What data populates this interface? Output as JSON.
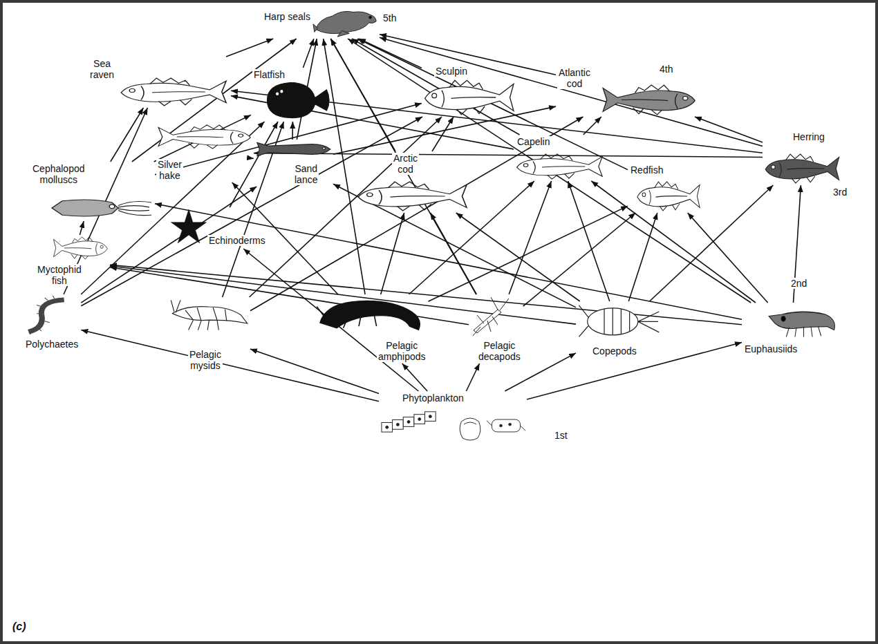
{
  "diagram": {
    "nodes": [
      {
        "text": [
          "Harp seals"
        ]
      },
      {
        "text": [
          "Sea raven"
        ]
      },
      {
        "text": [
          "Flatfish"
        ]
      },
      {
        "text": [
          "Sculpin"
        ]
      },
      {
        "text": [
          "Atlantic cod"
        ]
      },
      {
        "text": [
          "Cephalopod molluscs"
        ]
      },
      {
        "text": [
          "Silver hake"
        ]
      },
      {
        "text": [
          "Sand lance"
        ]
      },
      {
        "text": [
          "Capelin"
        ]
      },
      {
        "text": [
          "Arctic cod"
        ]
      },
      {
        "text": [
          "Herring"
        ]
      },
      {
        "text": [
          "Redfish"
        ]
      },
      {
        "text": [
          "Echinoderms"
        ]
      },
      {
        "text": [
          "Myctophid fish"
        ]
      },
      {
        "text": [
          "Polychaetes"
        ]
      },
      {
        "text": [
          "Pelagic mysids"
        ]
      },
      {
        "text": [
          "Pelagic amphipods"
        ]
      },
      {
        "text": [
          "Pelagic decapods"
        ]
      },
      {
        "text": [
          "Copepods"
        ]
      },
      {
        "text": [
          "Euphausiids"
        ]
      },
      {
        "text": [
          "Phytoplankton"
        ]
      }
    ],
    "edges": [
      {
        "from": 1,
        "to": 0,
        "arrow": "to"
      },
      {
        "from": 2,
        "to": 0,
        "arrow": "to"
      },
      {
        "from": 3,
        "to": 0,
        "arrow": "to"
      },
      {
        "from": 4,
        "to": 0,
        "arrow": "to"
      },
      {
        "from": 5,
        "to": 0,
        "arrow": "to"
      },
      {
        "from": 7,
        "to": 0,
        "arrow": "to"
      },
      {
        "from": 8,
        "to": 0,
        "arrow": "to"
      },
      {
        "from": 9,
        "to": 0,
        "arrow": "to"
      },
      {
        "from": 10,
        "to": 0,
        "arrow": "to"
      },
      {
        "from": 11,
        "to": 0,
        "arrow": "to"
      },
      {
        "from": 16,
        "to": 0,
        "arrow": "to"
      },
      {
        "from": 17,
        "to": 0,
        "arrow": "to"
      },
      {
        "from": 19,
        "to": 0,
        "arrow": "to"
      },
      {
        "from": 5,
        "to": 1,
        "arrow": "to"
      },
      {
        "from": 14,
        "to": 1,
        "arrow": "to"
      },
      {
        "from": 8,
        "to": 1,
        "arrow": "to"
      },
      {
        "from": 10,
        "to": 1,
        "arrow": "to"
      },
      {
        "from": 5,
        "to": 2,
        "arrow": "to"
      },
      {
        "from": 12,
        "to": 2,
        "arrow": "to"
      },
      {
        "from": 7,
        "to": 2,
        "arrow": "to"
      },
      {
        "from": 14,
        "to": 2,
        "arrow": "to"
      },
      {
        "from": 15,
        "to": 2,
        "arrow": "to"
      },
      {
        "from": 5,
        "to": 3,
        "arrow": "to"
      },
      {
        "from": 14,
        "to": 3,
        "arrow": "to"
      },
      {
        "from": 15,
        "to": 3,
        "arrow": "to"
      },
      {
        "from": 9,
        "to": 3,
        "arrow": "to"
      },
      {
        "from": 7,
        "to": 4,
        "arrow": "to"
      },
      {
        "from": 8,
        "to": 4,
        "arrow": "to"
      },
      {
        "from": 10,
        "to": 4,
        "arrow": "to"
      },
      {
        "from": 15,
        "to": 4,
        "arrow": "to"
      },
      {
        "from": 10,
        "to": 6,
        "arrow": "to"
      },
      {
        "from": 7,
        "to": 6,
        "arrow": "to"
      },
      {
        "from": 16,
        "to": 6,
        "arrow": "to"
      },
      {
        "from": 18,
        "to": 7,
        "arrow": "to"
      },
      {
        "from": 14,
        "to": 7,
        "arrow": "to"
      },
      {
        "from": 16,
        "to": 8,
        "arrow": "to"
      },
      {
        "from": 17,
        "to": 8,
        "arrow": "to"
      },
      {
        "from": 18,
        "to": 8,
        "arrow": "to"
      },
      {
        "from": 19,
        "to": 8,
        "arrow": "to"
      },
      {
        "from": 17,
        "to": 9,
        "arrow": "to"
      },
      {
        "from": 16,
        "to": 9,
        "arrow": "to"
      },
      {
        "from": 18,
        "to": 9,
        "arrow": "to"
      },
      {
        "from": 18,
        "to": 10,
        "arrow": "to"
      },
      {
        "from": 19,
        "to": 10,
        "arrow": "to"
      },
      {
        "from": 19,
        "to": 11,
        "arrow": "to"
      },
      {
        "from": 18,
        "to": 11,
        "arrow": "to"
      },
      {
        "from": 16,
        "to": 11,
        "arrow": "to"
      },
      {
        "from": 17,
        "to": 11,
        "arrow": "to"
      },
      {
        "from": 13,
        "to": 5,
        "arrow": "to"
      },
      {
        "from": 19,
        "to": 5,
        "arrow": "to"
      },
      {
        "from": 19,
        "to": 13,
        "arrow": "to"
      },
      {
        "from": 18,
        "to": 13,
        "arrow": "to"
      },
      {
        "from": 17,
        "to": 13,
        "arrow": "to"
      },
      {
        "from": 20,
        "to": 12,
        "arrow": "to"
      },
      {
        "from": 20,
        "to": 14,
        "arrow": "to"
      },
      {
        "from": 20,
        "to": 15,
        "arrow": "to"
      },
      {
        "from": 20,
        "to": 16,
        "arrow": "to"
      },
      {
        "from": 20,
        "to": 17,
        "arrow": "to"
      },
      {
        "from": 20,
        "to": 18,
        "arrow": "to"
      },
      {
        "from": 20,
        "to": 19,
        "arrow": "to"
      }
    ],
    "labels": [
      "5th",
      "4th",
      "3rd",
      "2nd",
      "1st",
      "(c)"
    ]
  }
}
